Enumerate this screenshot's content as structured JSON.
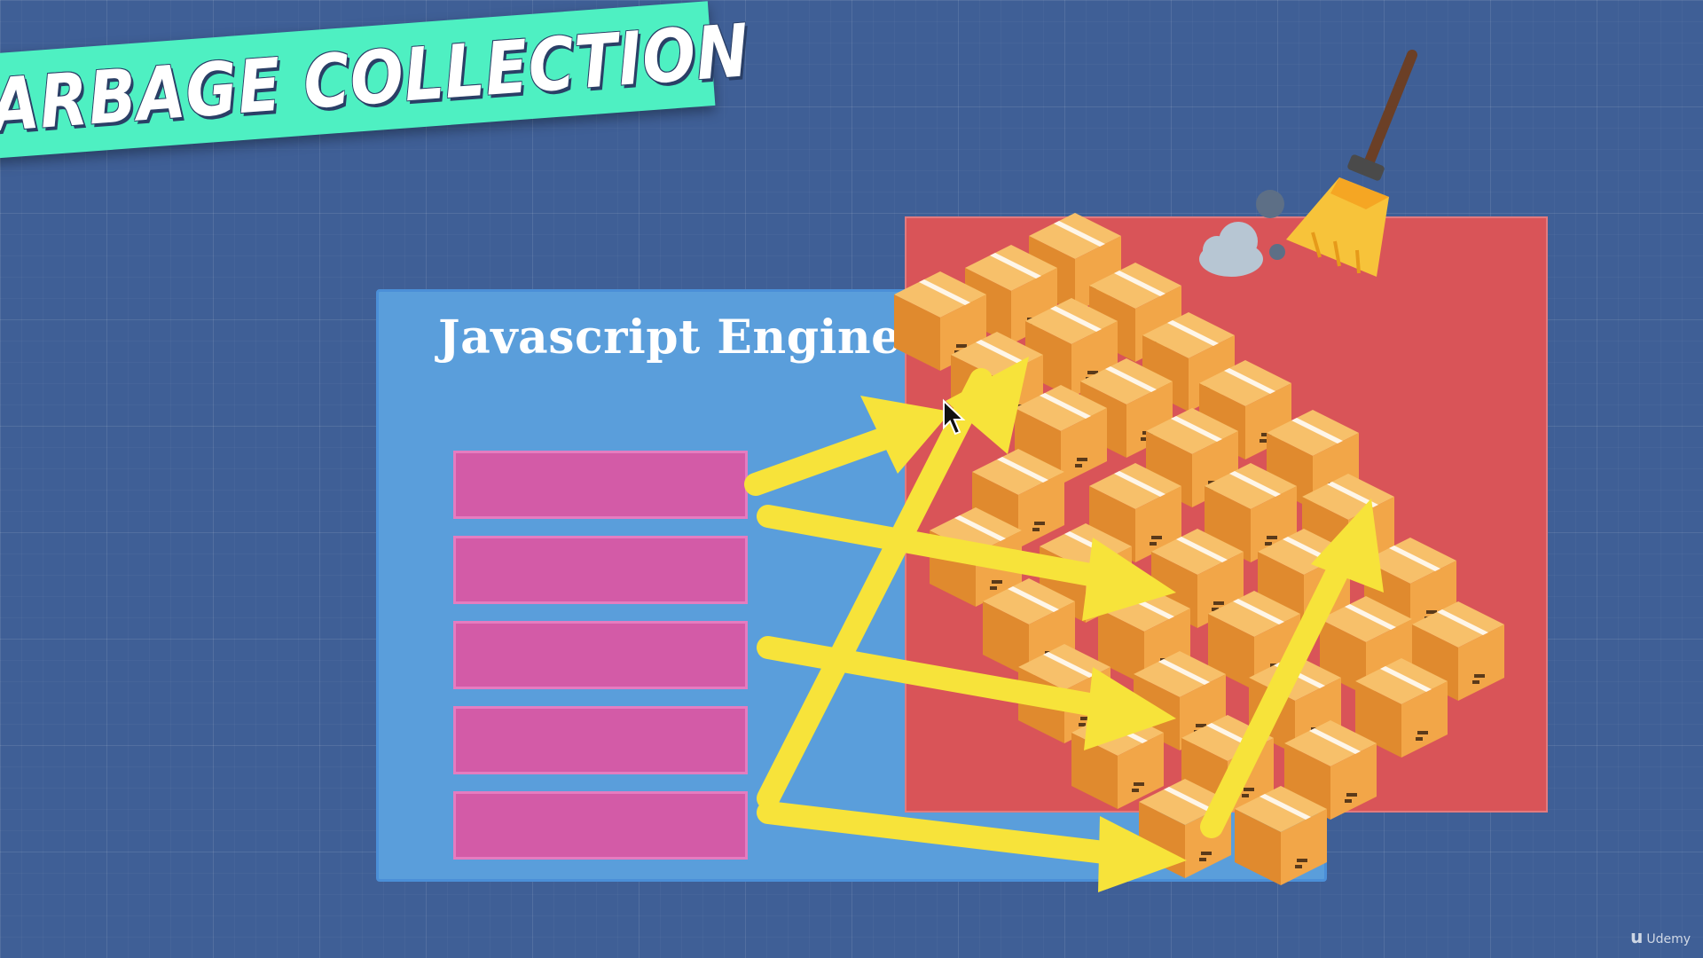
{
  "title": "GARBAGE COLLECTION",
  "engine": {
    "label": "Javascript Engine"
  },
  "stack_frames": [
    {},
    {},
    {},
    {},
    {}
  ],
  "watermark": {
    "mark": "u",
    "text": "Udemy"
  },
  "colors": {
    "background": "#3f5f96",
    "banner": "#4ef0c2",
    "engine_panel": "#5a9edb",
    "heap_panel": "#d95458",
    "stack_frame": "#d35ba7",
    "arrow": "#f7e33a",
    "box": "#f0a94a"
  },
  "icons": [
    "broom-icon",
    "dust-cloud-icon",
    "mouse-cursor-icon",
    "cardboard-box-icon"
  ]
}
